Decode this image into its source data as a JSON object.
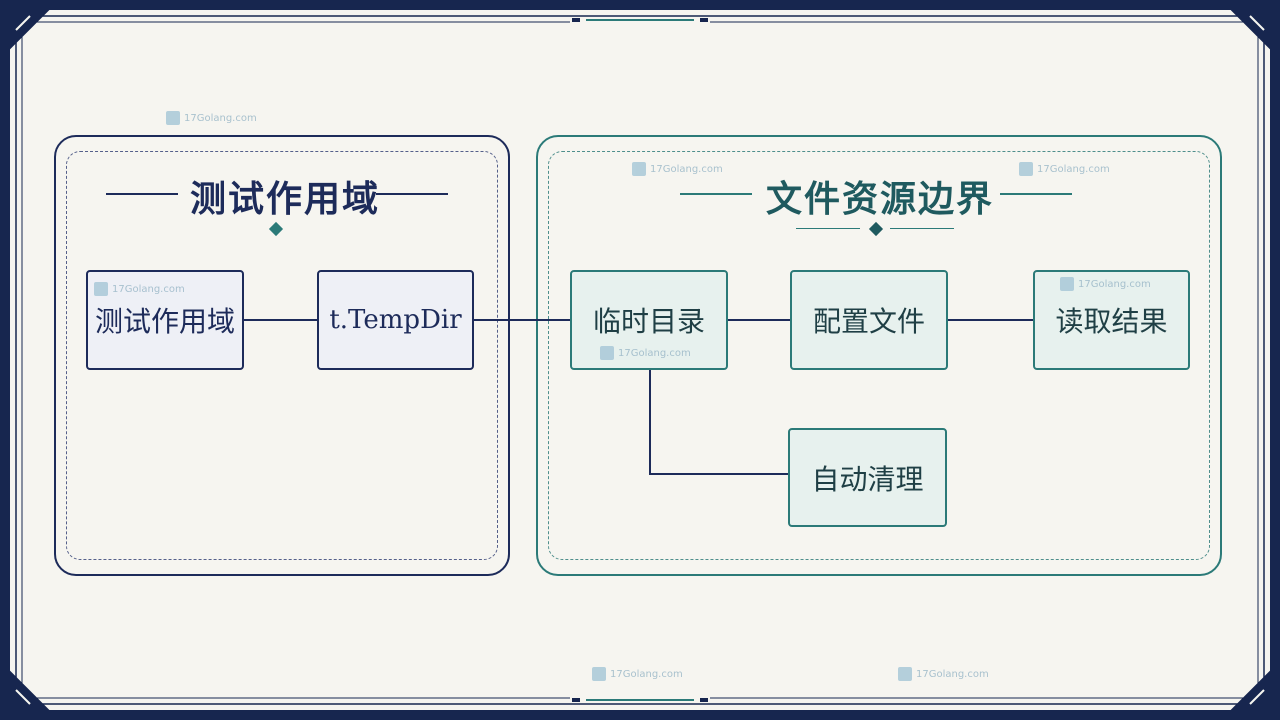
{
  "colors": {
    "background": "#f6f5f0",
    "frame": "#17264f",
    "navy": "#1d2b5a",
    "teal": "#2b7a78",
    "navy_fill": "#eef0f6",
    "teal_fill": "#e7f1ee"
  },
  "watermark": "17Golang.com",
  "groups": {
    "test_scope": {
      "title": "测试作用域"
    },
    "file_boundary": {
      "title": "文件资源边界"
    }
  },
  "nodes": {
    "test_scope": "测试作用域",
    "temp_dir_call": "t.TempDir",
    "temp_dir": "临时目录",
    "config_file": "配置文件",
    "read_result": "读取结果",
    "auto_cleanup": "自动清理"
  },
  "edges": [
    {
      "from": "test_scope",
      "to": "temp_dir_call"
    },
    {
      "from": "temp_dir_call",
      "to": "temp_dir"
    },
    {
      "from": "temp_dir",
      "to": "config_file"
    },
    {
      "from": "config_file",
      "to": "read_result"
    },
    {
      "from": "temp_dir",
      "to": "auto_cleanup"
    }
  ]
}
